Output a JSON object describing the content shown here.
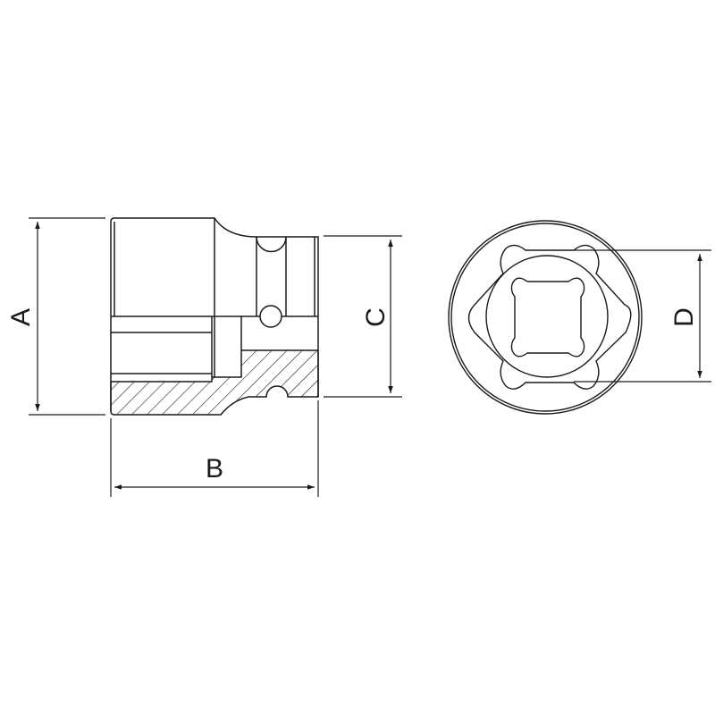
{
  "drawing": {
    "subject": "Impact socket technical drawing",
    "line_color": "#1a1a1a",
    "background": "#ffffff",
    "hatch_color": "#1a1a1a"
  },
  "dimensions": {
    "A": {
      "label": "A",
      "description": "overall length"
    },
    "B": {
      "label": "B",
      "description": "outer diameter (side view width)"
    },
    "C": {
      "label": "C",
      "description": "drive end diameter"
    },
    "D": {
      "label": "D",
      "description": "hex opening across flats"
    }
  },
  "views": {
    "side": {
      "name": "side section view"
    },
    "front": {
      "name": "front end view"
    }
  }
}
